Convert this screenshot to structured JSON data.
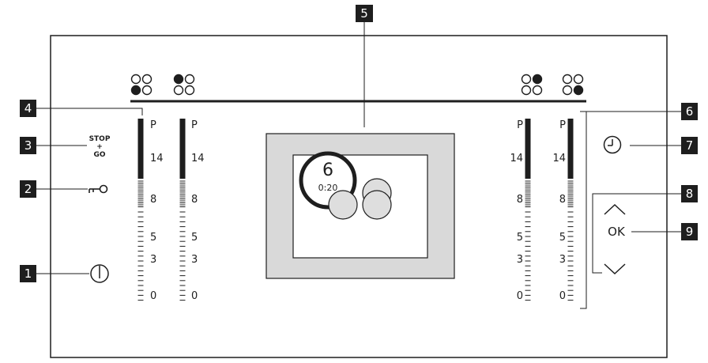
{
  "callouts": {
    "n1": "1",
    "n2": "2",
    "n3": "3",
    "n4": "4",
    "n5": "5",
    "n6": "6",
    "n7": "7",
    "n8": "8",
    "n9": "9"
  },
  "controls": {
    "stop_line1": "STOP",
    "stop_line2": "+",
    "stop_line3": "GO",
    "ok_label": "OK"
  },
  "sliders": {
    "left_labels": [
      "P",
      "14",
      "8",
      "5",
      "3",
      "0"
    ],
    "right_labels": [
      "P",
      "14",
      "8",
      "5",
      "3",
      "0"
    ]
  },
  "display": {
    "power_level": "6",
    "timer": "0:20"
  },
  "colors": {
    "callout_bg": "#1e1e1e",
    "callout_text": "#ffffff",
    "line": "#1e1e1e",
    "display_outer": "#d9d9d9",
    "zone_fill": "#dedede"
  },
  "icons": {
    "power": "power-icon",
    "lock": "key-lock-icon",
    "timer": "clock-icon",
    "up": "chevron-up-icon",
    "down": "chevron-down-icon"
  }
}
